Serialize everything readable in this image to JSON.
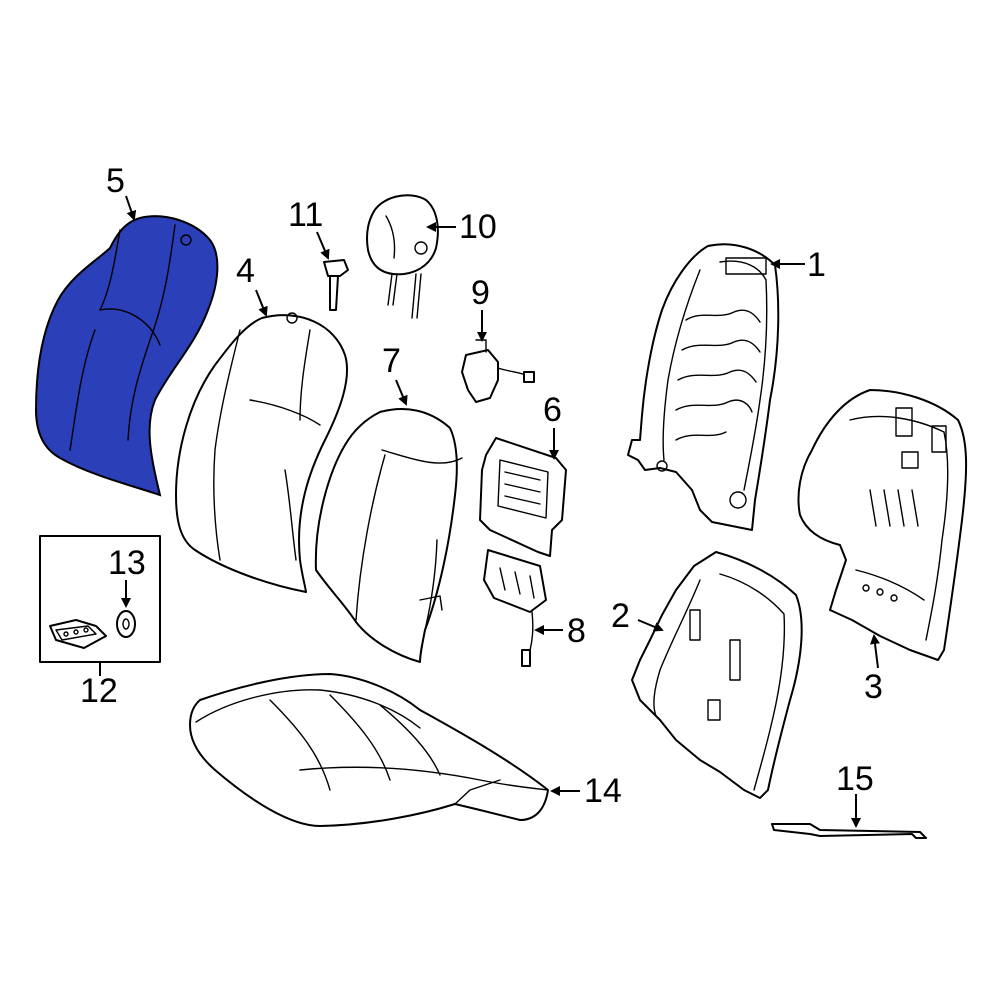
{
  "callouts": {
    "c1": "1",
    "c2": "2",
    "c3": "3",
    "c4": "4",
    "c5": "5",
    "c6": "6",
    "c7": "7",
    "c8": "8",
    "c9": "9",
    "c10": "10",
    "c11": "11",
    "c12": "12",
    "c13": "13",
    "c14": "14",
    "c15": "15"
  },
  "colors": {
    "highlight_part": "#2a3fb8",
    "line": "#000000",
    "background": "#ffffff"
  },
  "highlighted_callout": "5"
}
